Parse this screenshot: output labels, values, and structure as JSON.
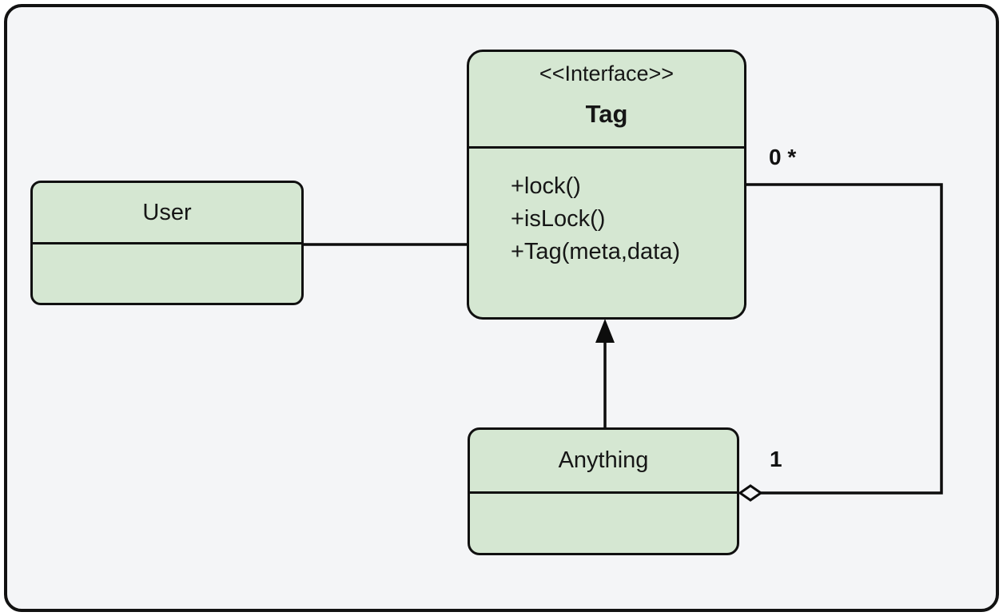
{
  "diagram": {
    "kind": "uml-class-diagram",
    "nodes": {
      "tag": {
        "stereotype": "<<Interface>>",
        "title": "Tag",
        "methods": [
          "+lock()",
          "+isLock()",
          "+Tag(meta,data)"
        ]
      },
      "user": {
        "title": "User"
      },
      "anything": {
        "title": "Anything"
      }
    },
    "edges": {
      "user_tag": {
        "type": "association"
      },
      "anything_tag_arrow": {
        "type": "directed-association"
      },
      "anything_tag_aggregation": {
        "type": "aggregation",
        "source_multiplicity": "1",
        "target_multiplicity": "0 *"
      }
    },
    "colors": {
      "node_fill": "#d5e7d2",
      "node_border": "#101010",
      "canvas_bg": "#f4f5f7",
      "line": "#0d0d0d",
      "frame_border": "#121212"
    }
  }
}
